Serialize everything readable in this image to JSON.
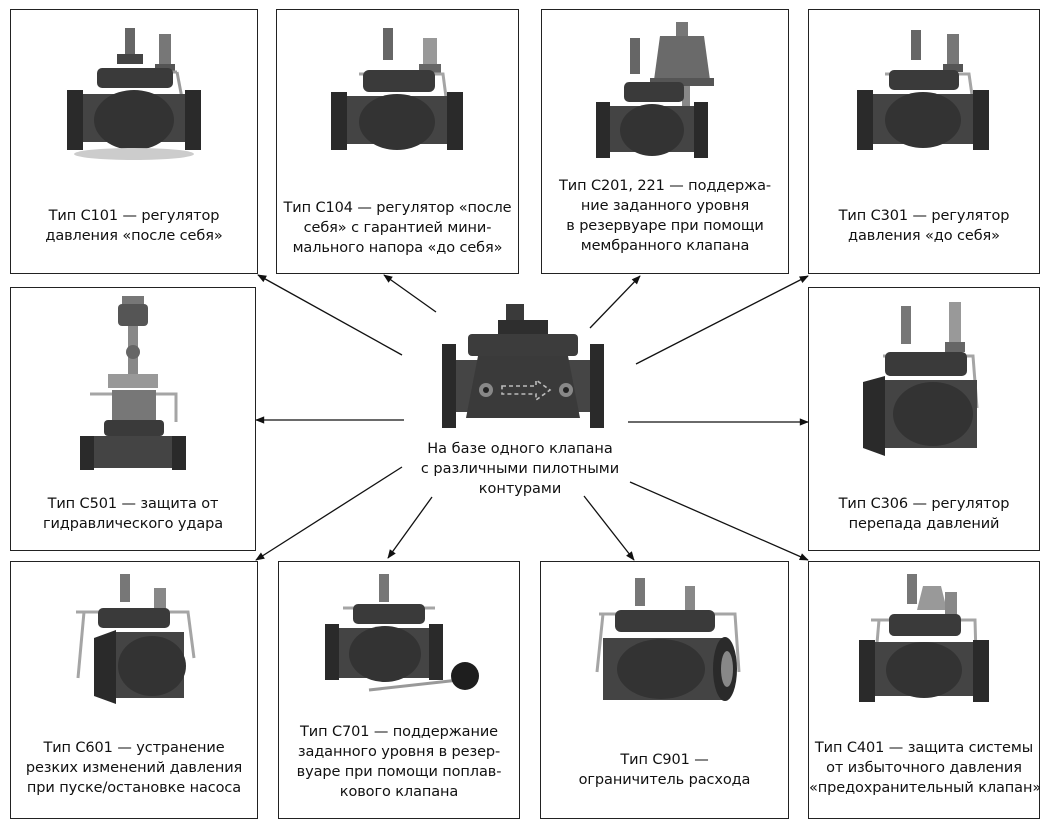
{
  "center": {
    "lines": [
      "На базе одного клапана",
      "с различными пилотными",
      "контурами"
    ],
    "icon": "base-valve-icon"
  },
  "boxes": [
    {
      "id": "c101",
      "icon": "valve-c101-icon",
      "lines": [
        "Тип С101 — регулятор",
        "давления «после себя»"
      ]
    },
    {
      "id": "c104",
      "icon": "valve-c104-icon",
      "lines": [
        "Тип С104 — регулятор «после",
        "себя» с гарантией мини-",
        "мального напора «до себя»"
      ]
    },
    {
      "id": "c201",
      "icon": "valve-c201-icon",
      "lines": [
        "Тип С201, 221 — поддержа-",
        "ние заданного уровня",
        "в резервуаре при помощи",
        "мембранного клапана"
      ]
    },
    {
      "id": "c301",
      "icon": "valve-c301-icon",
      "lines": [
        "Тип С301 — регулятор",
        "давления «до себя»"
      ]
    },
    {
      "id": "c501",
      "icon": "valve-c501-icon",
      "lines": [
        "Тип С501 — защита от",
        "гидравлического удара"
      ]
    },
    {
      "id": "c306",
      "icon": "valve-c306-icon",
      "lines": [
        "Тип С306 — регулятор",
        "перепада давлений"
      ]
    },
    {
      "id": "c601",
      "icon": "valve-c601-icon",
      "lines": [
        "Тип С601 — устранение",
        "резких изменений давления",
        "при пуске/остановке насоса"
      ]
    },
    {
      "id": "c701",
      "icon": "valve-c701-icon",
      "lines": [
        "Тип С701 — поддержание",
        "заданного уровня в резер-",
        "вуаре при помощи поплав-",
        "кового клапана"
      ]
    },
    {
      "id": "c901",
      "icon": "valve-c901-icon",
      "lines": [
        "Тип С901 —",
        "ограничитель расхода"
      ]
    },
    {
      "id": "c401",
      "icon": "valve-c401-icon",
      "lines": [
        "Тип С401 — защита системы",
        "от избыточного давления",
        "«предохранительный клапан»"
      ]
    }
  ],
  "colors": {
    "line": "#111111",
    "valve_body": "#2e2e2e",
    "valve_mid": "#555555",
    "pipe": "#9a9a9a"
  }
}
